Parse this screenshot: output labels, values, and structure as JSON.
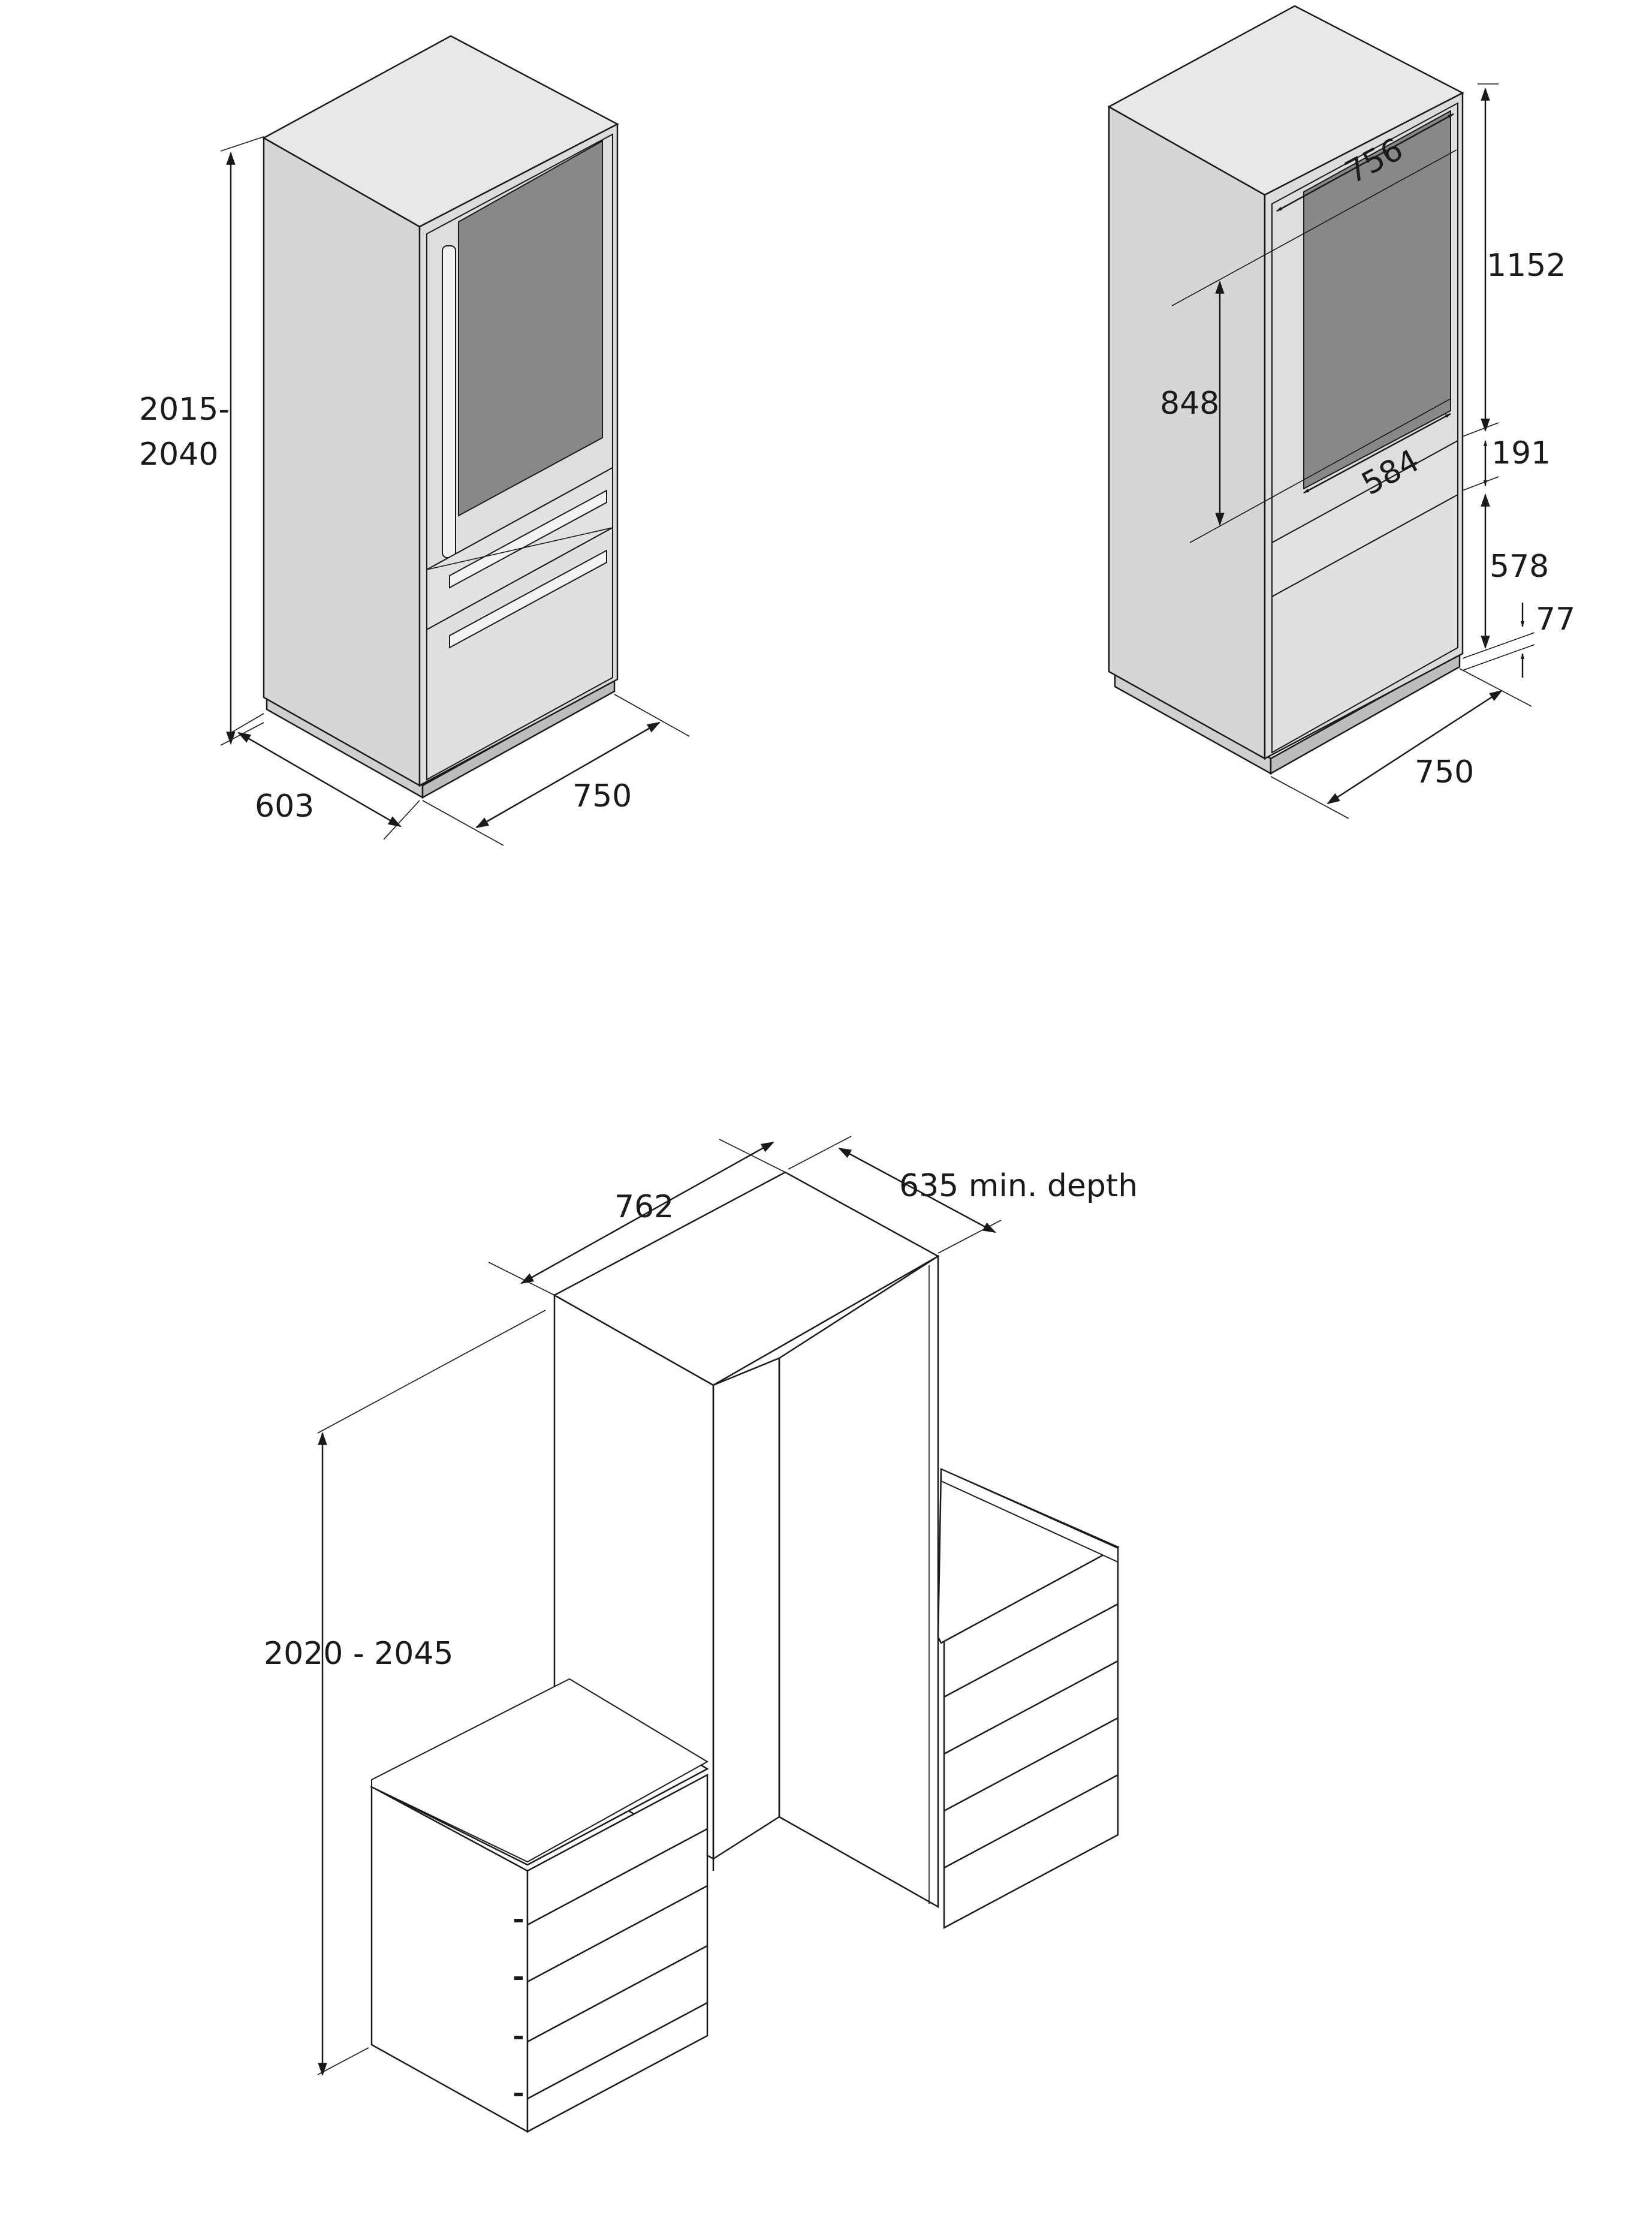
{
  "fridge_front_view": {
    "height_line1": "2015-",
    "height_line2": "2040",
    "width": "603",
    "depth": "750"
  },
  "fridge_open_view": {
    "door_diagonal": "756",
    "upper_height": "1152",
    "inner_height": "848",
    "middle_height": "191",
    "inner_width": "584",
    "lower_height": "578",
    "plinth_height": "77",
    "depth": "750"
  },
  "niche_view": {
    "width": "762",
    "min_depth": "635 min. depth",
    "height": "2020 - 2045"
  },
  "colors": {
    "steel_light": "#e4e4e4",
    "steel_mid": "#d0d0d0",
    "steel_dark": "#bdbdbd",
    "glass": "#888888",
    "line": "#1a1a1a"
  }
}
